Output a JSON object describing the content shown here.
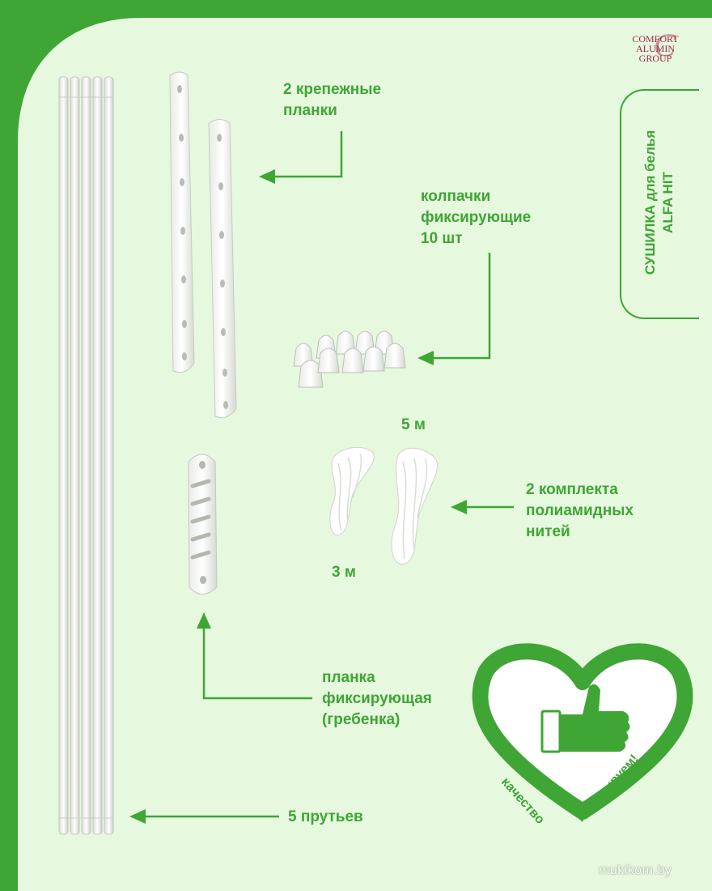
{
  "brand": {
    "logo_lines": [
      "COMFORT",
      "ALUMIN",
      "GROUP"
    ]
  },
  "product": {
    "line1": "СУШИЛКА для белья",
    "line2": "ALFA HIT"
  },
  "labels": {
    "bars": [
      "2 крепежные",
      "планки"
    ],
    "caps": [
      "колпачки",
      "фиксирующие",
      "10 шт"
    ],
    "length_top": "5 м",
    "length_bottom": "3 м",
    "threads": [
      "2 комплекта",
      "полиамидных",
      "нитей"
    ],
    "comb": [
      "планка",
      "фиксирующая",
      "(гребенка)"
    ],
    "rods": "5 прутьев"
  },
  "badge": {
    "text_left": "качество",
    "text_right": "гарантируем!"
  },
  "watermark": "mukikom.by",
  "colors": {
    "background": "#e6f8de",
    "accent": "#3fa535",
    "parts": "#ffffff"
  }
}
